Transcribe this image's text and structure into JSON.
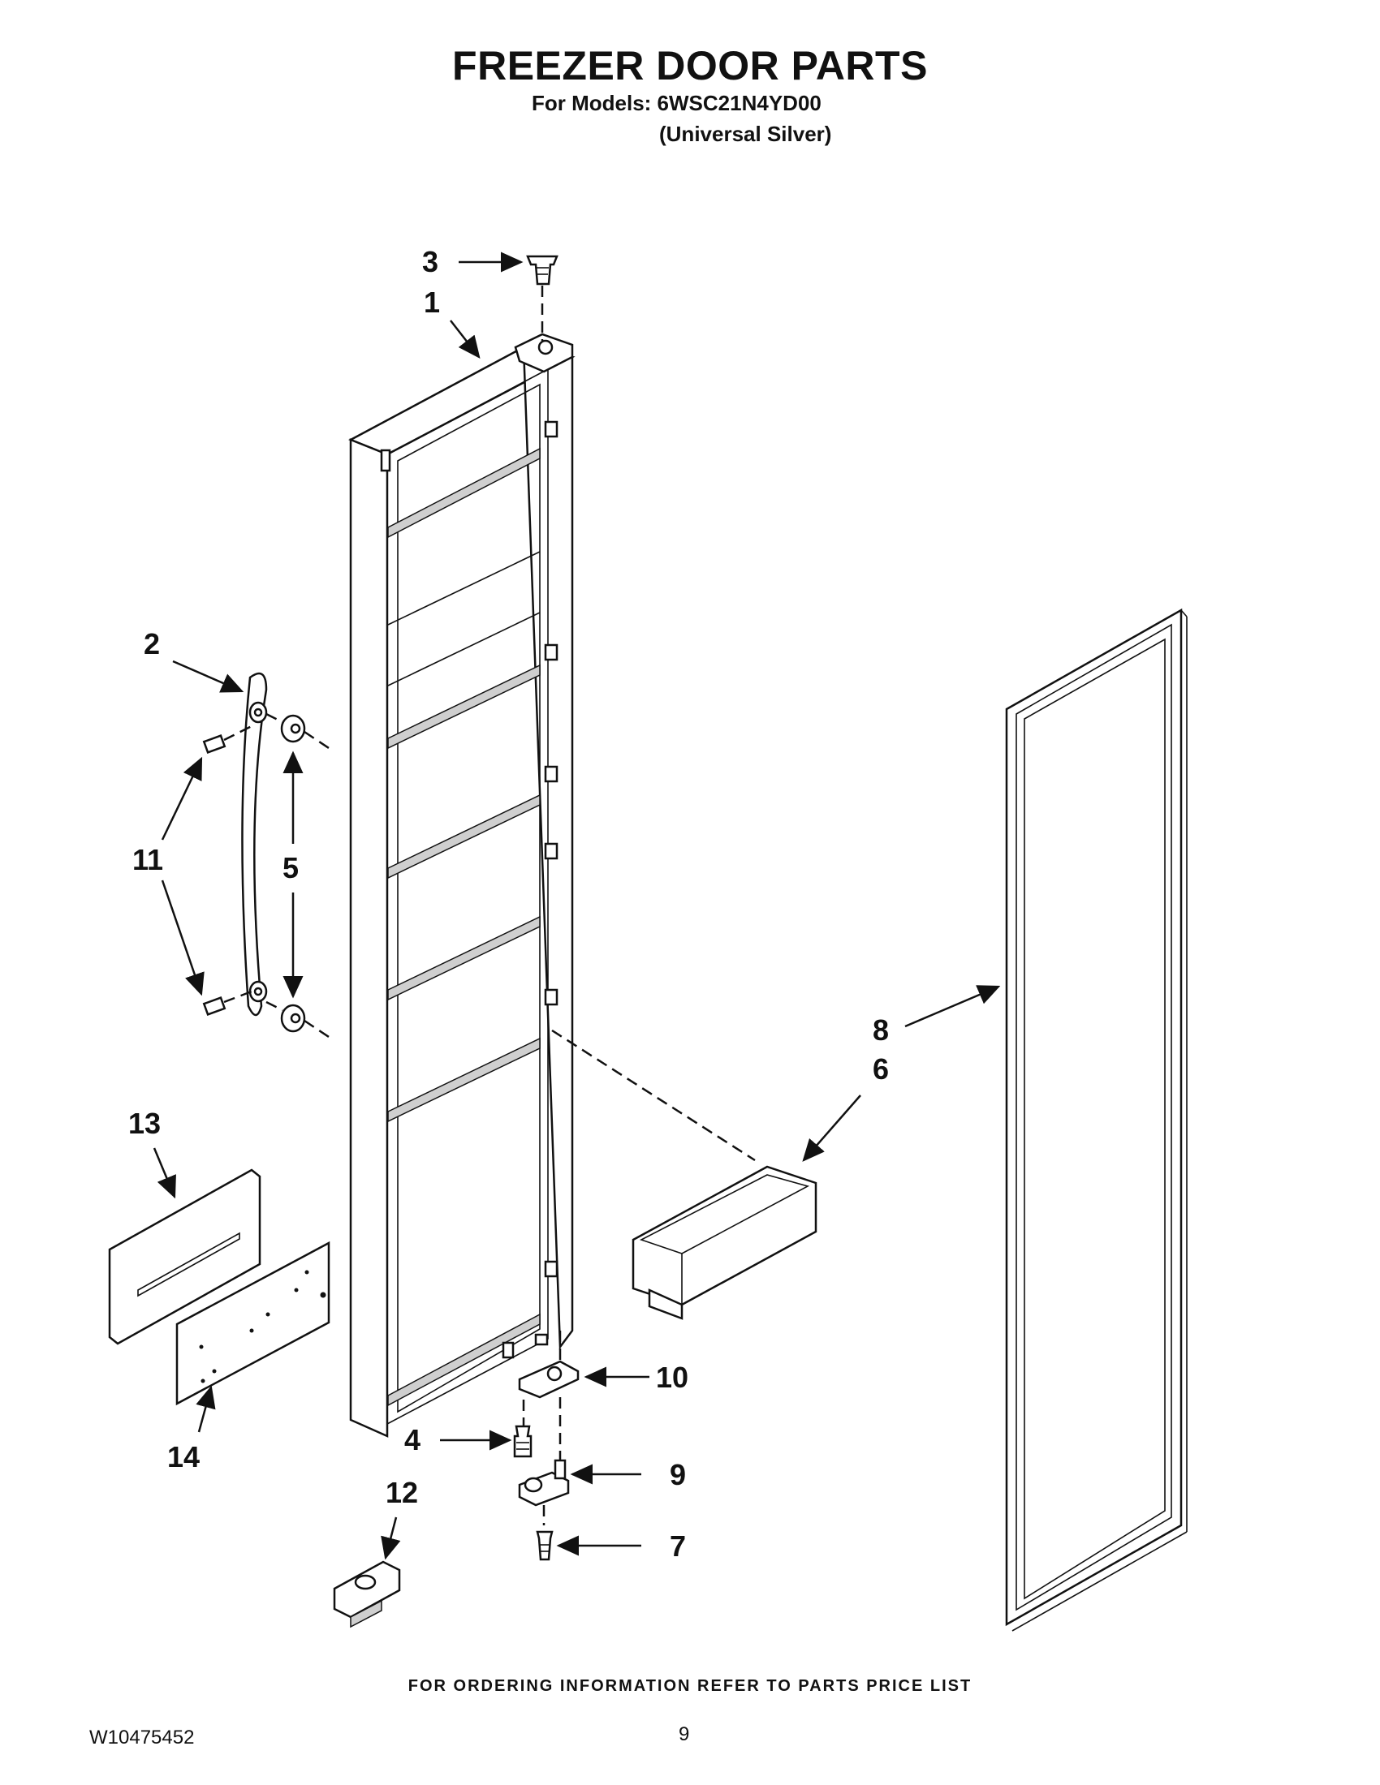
{
  "header": {
    "title": "FREEZER DOOR PARTS",
    "models_line": "For Models: 6WSC21N4YD00",
    "color_line": "(Universal Silver)"
  },
  "callouts": {
    "c1": "1",
    "c2": "2",
    "c3": "3",
    "c4": "4",
    "c5": "5",
    "c6": "6",
    "c7": "7",
    "c8": "8",
    "c9": "9",
    "c10": "10",
    "c11": "11",
    "c12": "12",
    "c13": "13",
    "c14": "14"
  },
  "footer": {
    "ordering_note": "FOR ORDERING INFORMATION REFER TO PARTS PRICE LIST",
    "doc_number": "W10475452",
    "page_number": "9"
  }
}
